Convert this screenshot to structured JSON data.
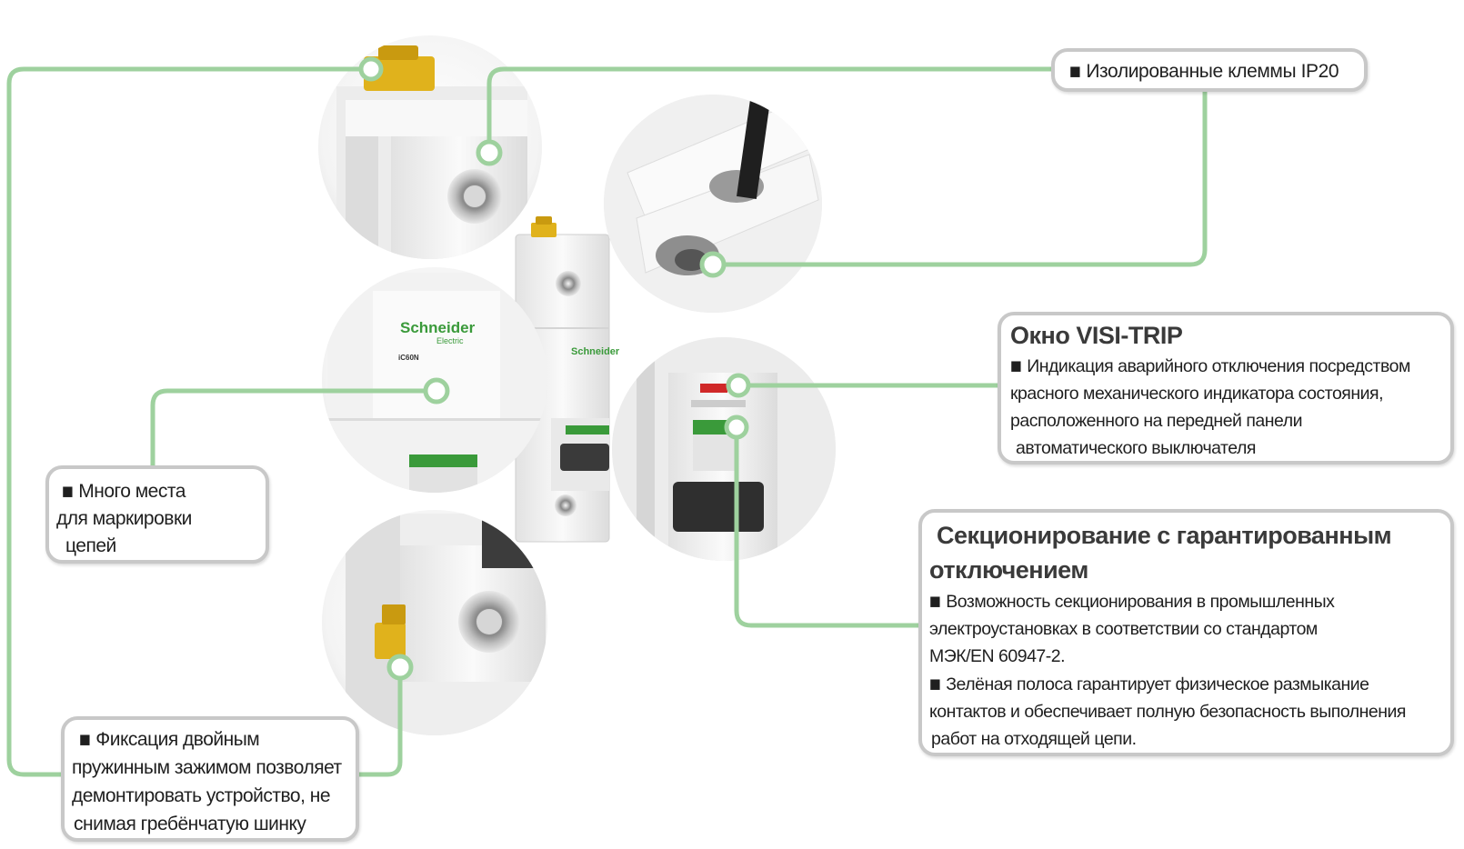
{
  "callouts": {
    "ip20": {
      "text": "Изолированные клеммы IP20"
    },
    "visi_trip": {
      "title": "Окно VISI-TRIP",
      "lines": [
        "Индикация аварийного отключения посредством",
        "красного механического индикатора состояния,",
        "расположенного на передней панели",
        "автоматического выключателя"
      ]
    },
    "sectioning": {
      "title": [
        "Секционирование с гарантированным",
        "отключением"
      ],
      "lines": [
        "Возможность секционирования в промышленных",
        "электроустановках в соответствии со стандартом",
        "МЭК/EN 60947-2.",
        "Зелёная полоса гарантирует физическое размыкание",
        "контактов и обеспечивает полную безопасность выполнения",
        "работ на отходящей цепи."
      ]
    },
    "marking": {
      "lines": [
        "Много места",
        "для маркировки",
        "цепей"
      ]
    },
    "fixation": {
      "lines": [
        "Фиксация двойным",
        "пружинным зажимом позволяет",
        "демонтировать устройство, не",
        "снимая гребёнчатую шинку"
      ]
    }
  },
  "product": {
    "brand": "Schneider Electric",
    "model": "iC60N"
  },
  "bullet_glyph": "■",
  "colors": {
    "connector": "#9ed19e",
    "box_border": "#c8c8c8",
    "device_body": "#f1f1f1",
    "brand_green": "#3a9a3a",
    "clip_yellow": "#e0b21c",
    "trip_red": "#d02828"
  }
}
